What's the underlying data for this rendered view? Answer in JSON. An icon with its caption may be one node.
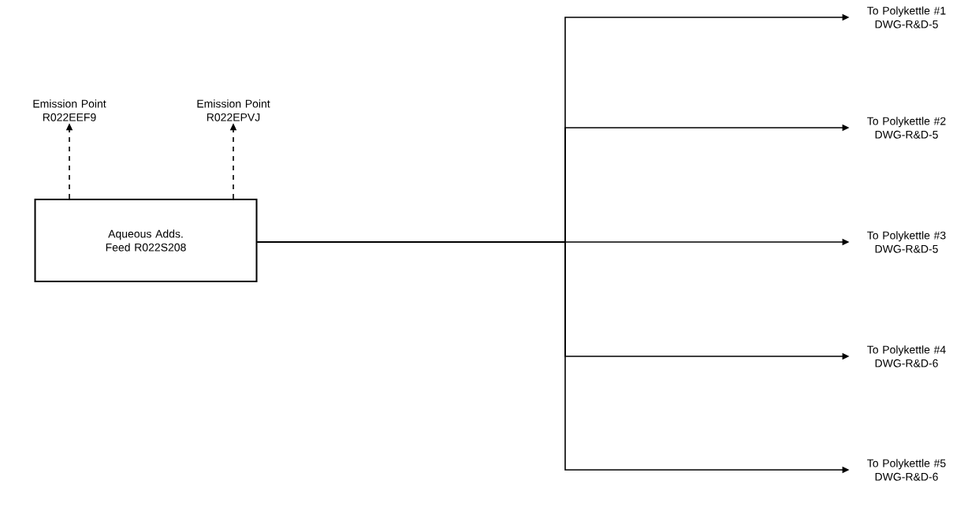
{
  "diagram": {
    "nodes": [
      {
        "text": [
          "Aqueous Adds. Feed R022S208"
        ]
      },
      {
        "text": [
          "Emission Point R022EEF9"
        ]
      },
      {
        "text": [
          "Emission Point R022EPVJ"
        ]
      },
      {
        "text": [
          "To Polykettle #1 DWG-R&D-5"
        ]
      },
      {
        "text": [
          "To Polykettle #2 DWG-R&D-5"
        ]
      },
      {
        "text": [
          "To Polykettle #3 DWG-R&D-5"
        ]
      },
      {
        "text": [
          "To Polykettle #4 DWG-R&D-6"
        ]
      },
      {
        "text": [
          "To Polykettle #5 DWG-R&D-6"
        ]
      }
    ],
    "edges": [
      {
        "from": 0,
        "to": 1,
        "arrow": "to",
        "style": "dashed"
      },
      {
        "from": 0,
        "to": 2,
        "arrow": "to",
        "style": "dashed"
      },
      {
        "from": 0,
        "to": 3,
        "arrow": "to"
      },
      {
        "from": 0,
        "to": 4,
        "arrow": "to"
      },
      {
        "from": 0,
        "to": 5,
        "arrow": "to"
      },
      {
        "from": 0,
        "to": 6,
        "arrow": "to"
      },
      {
        "from": 0,
        "to": 7,
        "arrow": "to"
      }
    ]
  }
}
